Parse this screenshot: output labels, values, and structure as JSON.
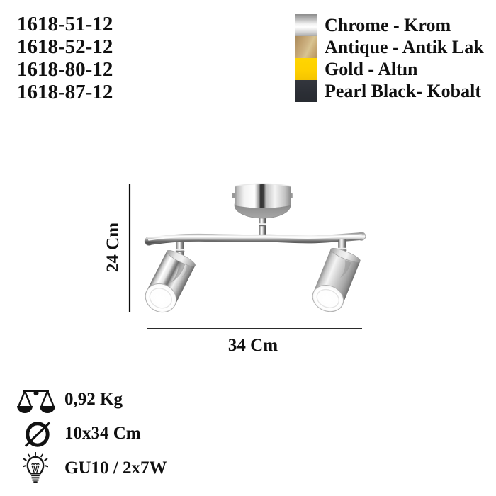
{
  "page": {
    "background": "#ffffff"
  },
  "product_codes": {
    "items": [
      {
        "code": "1618-51-12"
      },
      {
        "code": "1618-52-12"
      },
      {
        "code": "1618-80-12"
      },
      {
        "code": "1618-87-12"
      }
    ]
  },
  "color_options": {
    "items": [
      {
        "label": "Chrome - Krom",
        "swatch": "chrome",
        "swatch_colors": [
          "#8d8d8d",
          "#ffffff",
          "#bdbdbd"
        ]
      },
      {
        "label": "Antique - Antik Lak",
        "swatch": "antique",
        "swatch_colors": [
          "#a8885a",
          "#d8c492",
          "#b6945f"
        ]
      },
      {
        "label": "Gold - Altın",
        "swatch": "gold",
        "swatch_colors": [
          "#ffd400"
        ]
      },
      {
        "label": "Pearl Black- Kobalt",
        "swatch": "pearl-black",
        "swatch_colors": [
          "#2c2f36"
        ]
      }
    ]
  },
  "diagram": {
    "product": "two-spot chrome ceiling light",
    "height_dimension": "24 Cm",
    "width_dimension": "34 Cm"
  },
  "specs": {
    "items": [
      {
        "icon": "weight-scale-icon",
        "value": "0,92 Kg"
      },
      {
        "icon": "diameter-icon",
        "value": "10x34 Cm"
      },
      {
        "icon": "bulb-icon",
        "value": "GU10 / 2x7W"
      }
    ]
  }
}
